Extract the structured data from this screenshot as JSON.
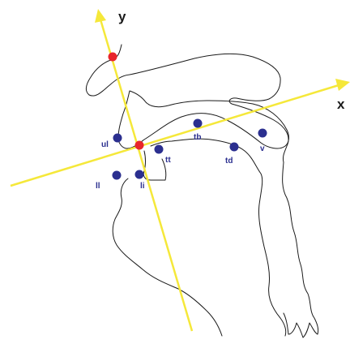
{
  "diagram": {
    "axes": [
      {
        "id": "x",
        "label": "x"
      },
      {
        "id": "y",
        "label": "y"
      }
    ],
    "points": [
      {
        "id": "ul",
        "label": "ul"
      },
      {
        "id": "ll",
        "label": "ll"
      },
      {
        "id": "li",
        "label": "li"
      },
      {
        "id": "tt",
        "label": "tt"
      },
      {
        "id": "tb",
        "label": "tb"
      },
      {
        "id": "td",
        "label": "td"
      },
      {
        "id": "v",
        "label": "v"
      }
    ],
    "colors": {
      "axis": "#f5e83a",
      "sensor": "#2b2f8f",
      "reference": "#e8252b",
      "outline": "#1a1a1a",
      "background": "#ffffff"
    }
  }
}
